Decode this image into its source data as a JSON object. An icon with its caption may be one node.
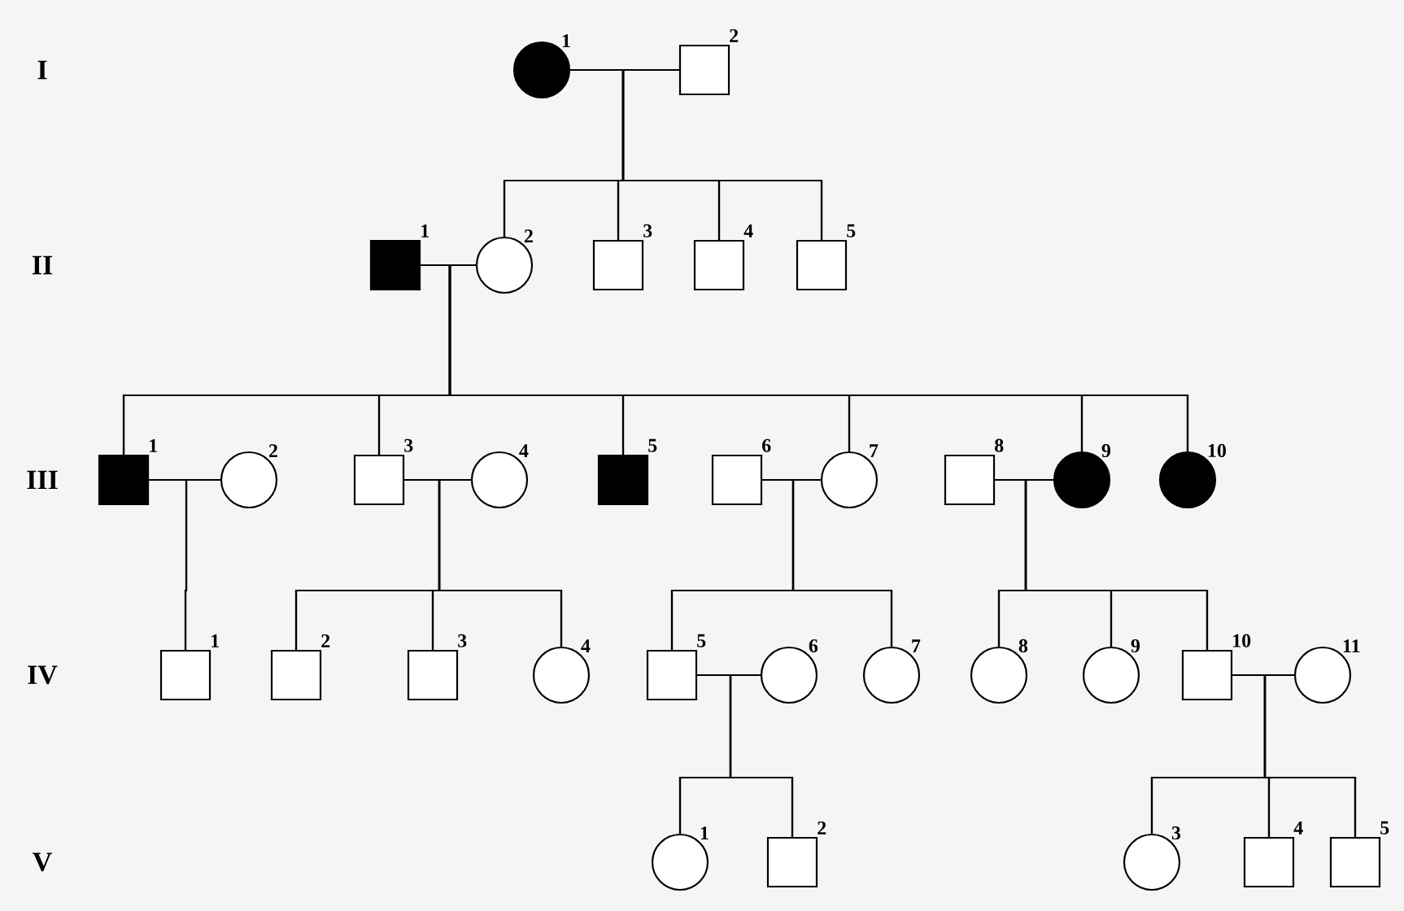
{
  "diagram": {
    "nodes": [
      {
        "text": [],
        "shape": "disc",
        "beside": [
          "1"
        ]
      },
      {
        "text": [],
        "shape": "box",
        "beside": [
          "2"
        ]
      },
      {
        "text": [],
        "shape": "block",
        "beside": [
          "1"
        ]
      },
      {
        "text": [],
        "shape": "circle",
        "beside": [
          "2"
        ]
      },
      {
        "text": [],
        "shape": "box",
        "beside": [
          "3"
        ]
      },
      {
        "text": [],
        "shape": "box",
        "beside": [
          "4"
        ]
      },
      {
        "text": [],
        "shape": "box",
        "beside": [
          "5"
        ]
      },
      {
        "text": [],
        "shape": "block",
        "beside": [
          "1"
        ]
      },
      {
        "text": [],
        "shape": "circle",
        "beside": [
          "2"
        ]
      },
      {
        "text": [],
        "shape": "box",
        "beside": [
          "3"
        ]
      },
      {
        "text": [],
        "shape": "circle",
        "beside": [
          "4"
        ]
      },
      {
        "text": [],
        "shape": "block",
        "beside": [
          "5"
        ]
      },
      {
        "text": [],
        "shape": "box",
        "beside": [
          "6"
        ]
      },
      {
        "text": [],
        "shape": "circle",
        "beside": [
          "7"
        ]
      },
      {
        "text": [],
        "shape": "box",
        "beside": [
          "8"
        ]
      },
      {
        "text": [],
        "shape": "disc",
        "beside": [
          "9"
        ]
      },
      {
        "text": [],
        "shape": "disc",
        "beside": [
          "10"
        ]
      },
      {
        "text": [],
        "shape": "box",
        "beside": [
          "1"
        ]
      },
      {
        "text": [],
        "shape": "box",
        "beside": [
          "2"
        ]
      },
      {
        "text": [],
        "shape": "box",
        "beside": [
          "3"
        ]
      },
      {
        "text": [],
        "shape": "circle",
        "beside": [
          "4"
        ]
      },
      {
        "text": [],
        "shape": "box",
        "beside": [
          "5"
        ]
      },
      {
        "text": [],
        "shape": "circle",
        "beside": [
          "6"
        ]
      },
      {
        "text": [],
        "shape": "circle",
        "beside": [
          "7"
        ]
      },
      {
        "text": [],
        "shape": "circle",
        "beside": [
          "8"
        ]
      },
      {
        "text": [],
        "shape": "circle",
        "beside": [
          "9"
        ]
      },
      {
        "text": [],
        "shape": "box",
        "beside": [
          "10"
        ]
      },
      {
        "text": [],
        "shape": "circle",
        "beside": [
          "11"
        ]
      },
      {
        "text": [],
        "shape": "circle",
        "beside": [
          "1"
        ]
      },
      {
        "text": [],
        "shape": "box",
        "beside": [
          "2"
        ]
      },
      {
        "text": [],
        "shape": "circle",
        "beside": [
          "3"
        ]
      },
      {
        "text": [],
        "shape": "box",
        "beside": [
          "4"
        ]
      },
      {
        "text": [],
        "shape": "box",
        "beside": [
          "5"
        ]
      }
    ],
    "edges": [
      {
        "from": 0,
        "to": 1,
        "arrow": "none"
      },
      {
        "from": 2,
        "to": 3,
        "arrow": "none"
      },
      {
        "from": 7,
        "to": 8,
        "arrow": "none"
      },
      {
        "from": 9,
        "to": 10,
        "arrow": "none"
      },
      {
        "from": 12,
        "to": 13,
        "arrow": "none"
      },
      {
        "from": 14,
        "to": 15,
        "arrow": "none"
      },
      {
        "from": 21,
        "to": 22,
        "arrow": "none"
      },
      {
        "from": 26,
        "to": 27,
        "arrow": "none"
      },
      {
        "from": 0,
        "to": 3,
        "arrow": "none"
      },
      {
        "from": 1,
        "to": 3,
        "arrow": "none"
      },
      {
        "from": 0,
        "to": 4,
        "arrow": "none"
      },
      {
        "from": 1,
        "to": 4,
        "arrow": "none"
      },
      {
        "from": 0,
        "to": 5,
        "arrow": "none"
      },
      {
        "from": 1,
        "to": 5,
        "arrow": "none"
      },
      {
        "from": 0,
        "to": 6,
        "arrow": "none"
      },
      {
        "from": 1,
        "to": 6,
        "arrow": "none"
      },
      {
        "from": 2,
        "to": 7,
        "arrow": "none"
      },
      {
        "from": 3,
        "to": 7,
        "arrow": "none"
      },
      {
        "from": 2,
        "to": 9,
        "arrow": "none"
      },
      {
        "from": 3,
        "to": 9,
        "arrow": "none"
      },
      {
        "from": 2,
        "to": 11,
        "arrow": "none"
      },
      {
        "from": 3,
        "to": 11,
        "arrow": "none"
      },
      {
        "from": 2,
        "to": 13,
        "arrow": "none"
      },
      {
        "from": 3,
        "to": 13,
        "arrow": "none"
      },
      {
        "from": 2,
        "to": 15,
        "arrow": "none"
      },
      {
        "from": 3,
        "to": 15,
        "arrow": "none"
      },
      {
        "from": 2,
        "to": 16,
        "arrow": "none"
      },
      {
        "from": 3,
        "to": 16,
        "arrow": "none"
      },
      {
        "from": 7,
        "to": 17,
        "arrow": "none"
      },
      {
        "from": 8,
        "to": 17,
        "arrow": "none"
      },
      {
        "from": 9,
        "to": 18,
        "arrow": "none"
      },
      {
        "from": 10,
        "to": 18,
        "arrow": "none"
      },
      {
        "from": 9,
        "to": 19,
        "arrow": "none"
      },
      {
        "from": 10,
        "to": 19,
        "arrow": "none"
      },
      {
        "from": 9,
        "to": 20,
        "arrow": "none"
      },
      {
        "from": 10,
        "to": 20,
        "arrow": "none"
      },
      {
        "from": 12,
        "to": 21,
        "arrow": "none"
      },
      {
        "from": 13,
        "to": 21,
        "arrow": "none"
      },
      {
        "from": 12,
        "to": 23,
        "arrow": "none"
      },
      {
        "from": 13,
        "to": 23,
        "arrow": "none"
      },
      {
        "from": 14,
        "to": 24,
        "arrow": "none"
      },
      {
        "from": 15,
        "to": 24,
        "arrow": "none"
      },
      {
        "from": 14,
        "to": 25,
        "arrow": "none"
      },
      {
        "from": 15,
        "to": 25,
        "arrow": "none"
      },
      {
        "from": 14,
        "to": 26,
        "arrow": "none"
      },
      {
        "from": 15,
        "to": 26,
        "arrow": "none"
      },
      {
        "from": 21,
        "to": 28,
        "arrow": "none"
      },
      {
        "from": 22,
        "to": 28,
        "arrow": "none"
      },
      {
        "from": 21,
        "to": 29,
        "arrow": "none"
      },
      {
        "from": 22,
        "to": 29,
        "arrow": "none"
      },
      {
        "from": 26,
        "to": 30,
        "arrow": "none"
      },
      {
        "from": 27,
        "to": 30,
        "arrow": "none"
      },
      {
        "from": 26,
        "to": 31,
        "arrow": "none"
      },
      {
        "from": 27,
        "to": 31,
        "arrow": "none"
      },
      {
        "from": 26,
        "to": 32,
        "arrow": "none"
      },
      {
        "from": 27,
        "to": 32,
        "arrow": "none"
      }
    ],
    "labels": [
      "I",
      "II",
      "III",
      "IV",
      "V"
    ]
  }
}
